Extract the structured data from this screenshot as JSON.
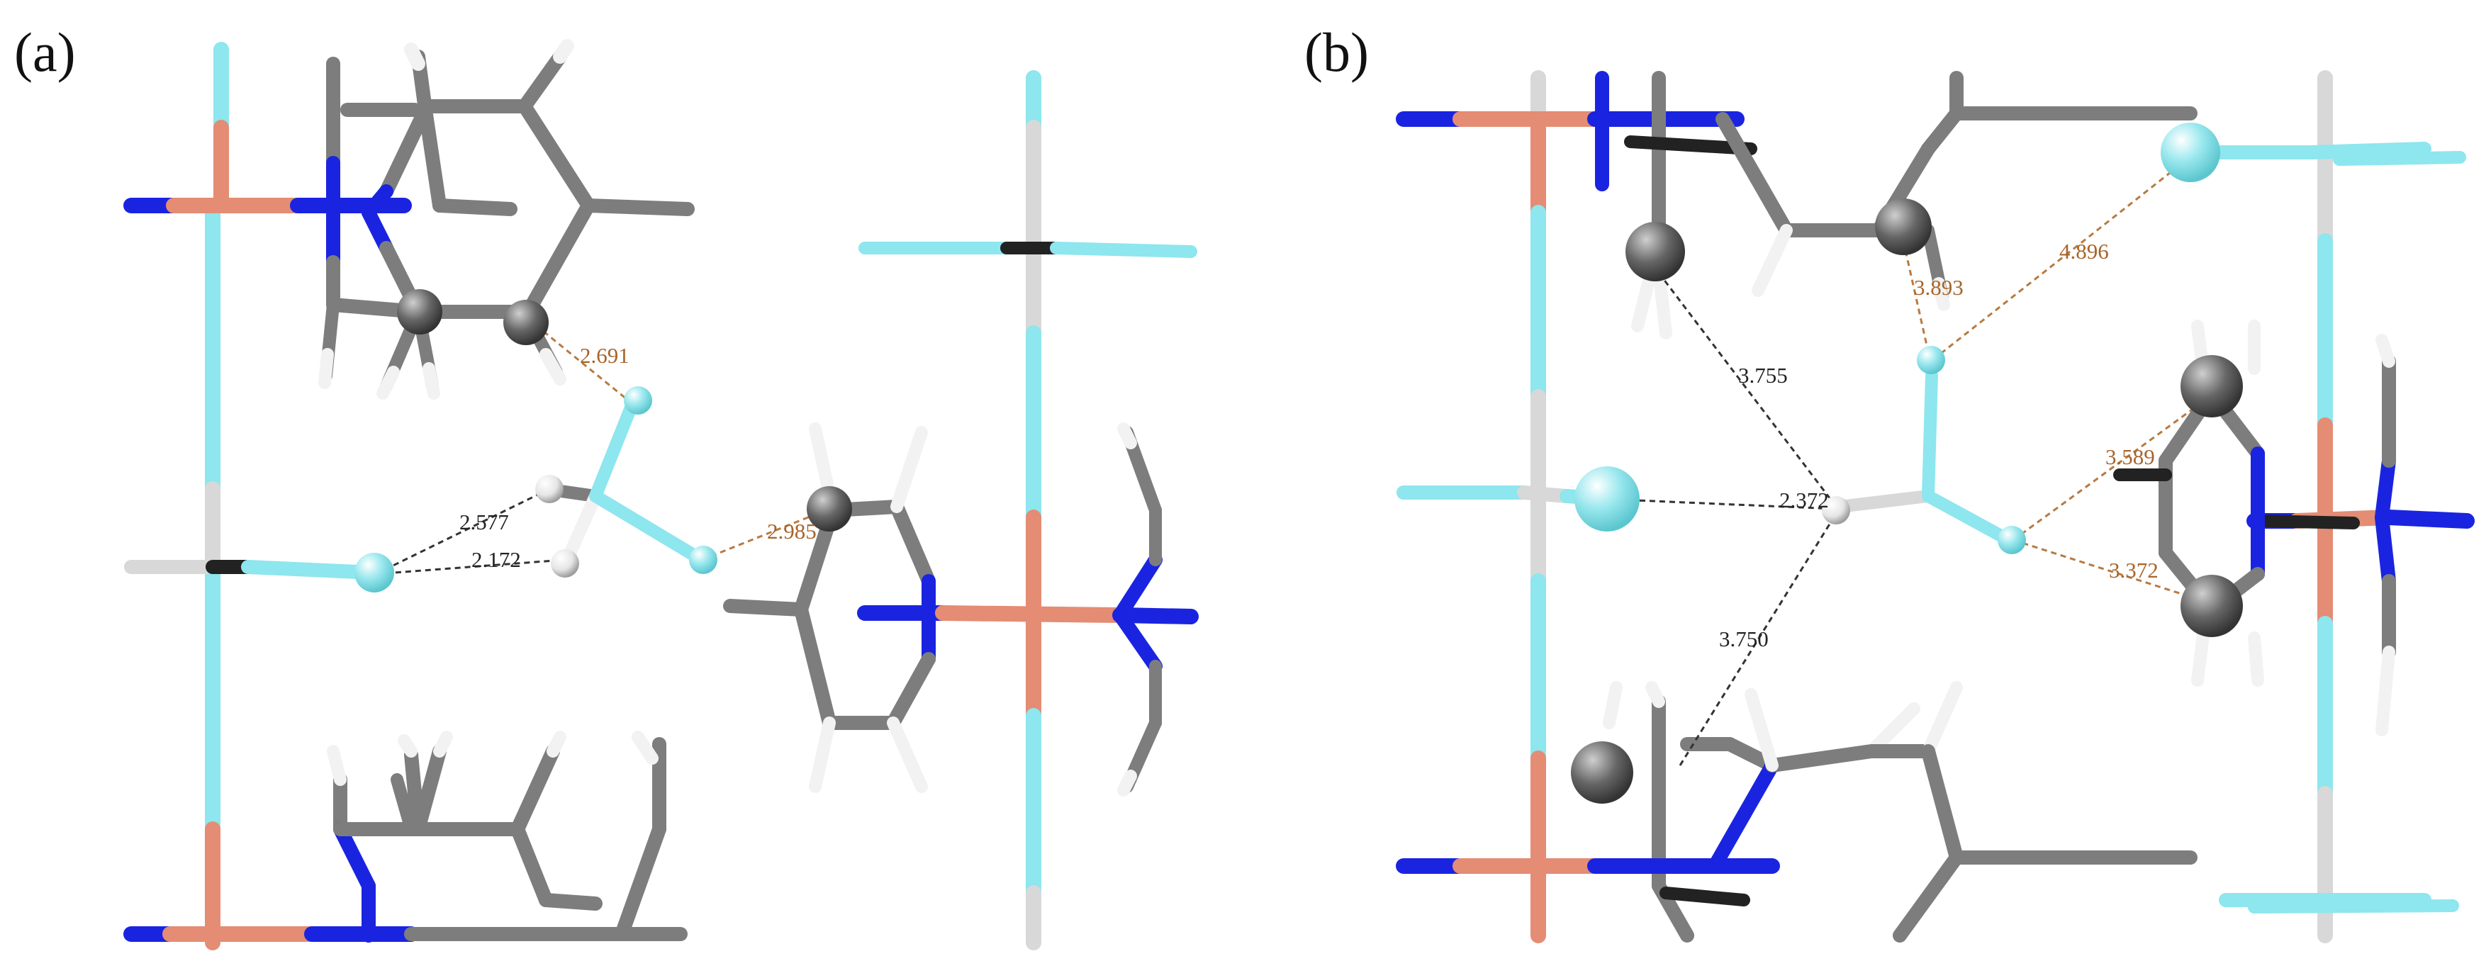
{
  "panel_a": {
    "label": "(a)",
    "distances": [
      {
        "text": "2.691",
        "kind": "orange"
      },
      {
        "text": "2.577",
        "kind": "black"
      },
      {
        "text": "2.172",
        "kind": "black"
      },
      {
        "text": "2.985",
        "kind": "orange"
      }
    ]
  },
  "panel_b": {
    "label": "(b)",
    "distances": [
      {
        "text": "3.893",
        "kind": "orange"
      },
      {
        "text": "4.896",
        "kind": "orange"
      },
      {
        "text": "3.755",
        "kind": "black"
      },
      {
        "text": "2.372",
        "kind": "black"
      },
      {
        "text": "3.589",
        "kind": "orange"
      },
      {
        "text": "3.372",
        "kind": "orange"
      },
      {
        "text": "3.750",
        "kind": "black"
      }
    ]
  },
  "colors": {
    "carbon": "#7d7d7d",
    "hydrogen": "#f2f2f2",
    "nitrogen": "#1a24e0",
    "fluorine": "#8ee6ee",
    "copper": "#e48c74",
    "black_contact": "#333333",
    "orange_contact": "#b87a40"
  }
}
